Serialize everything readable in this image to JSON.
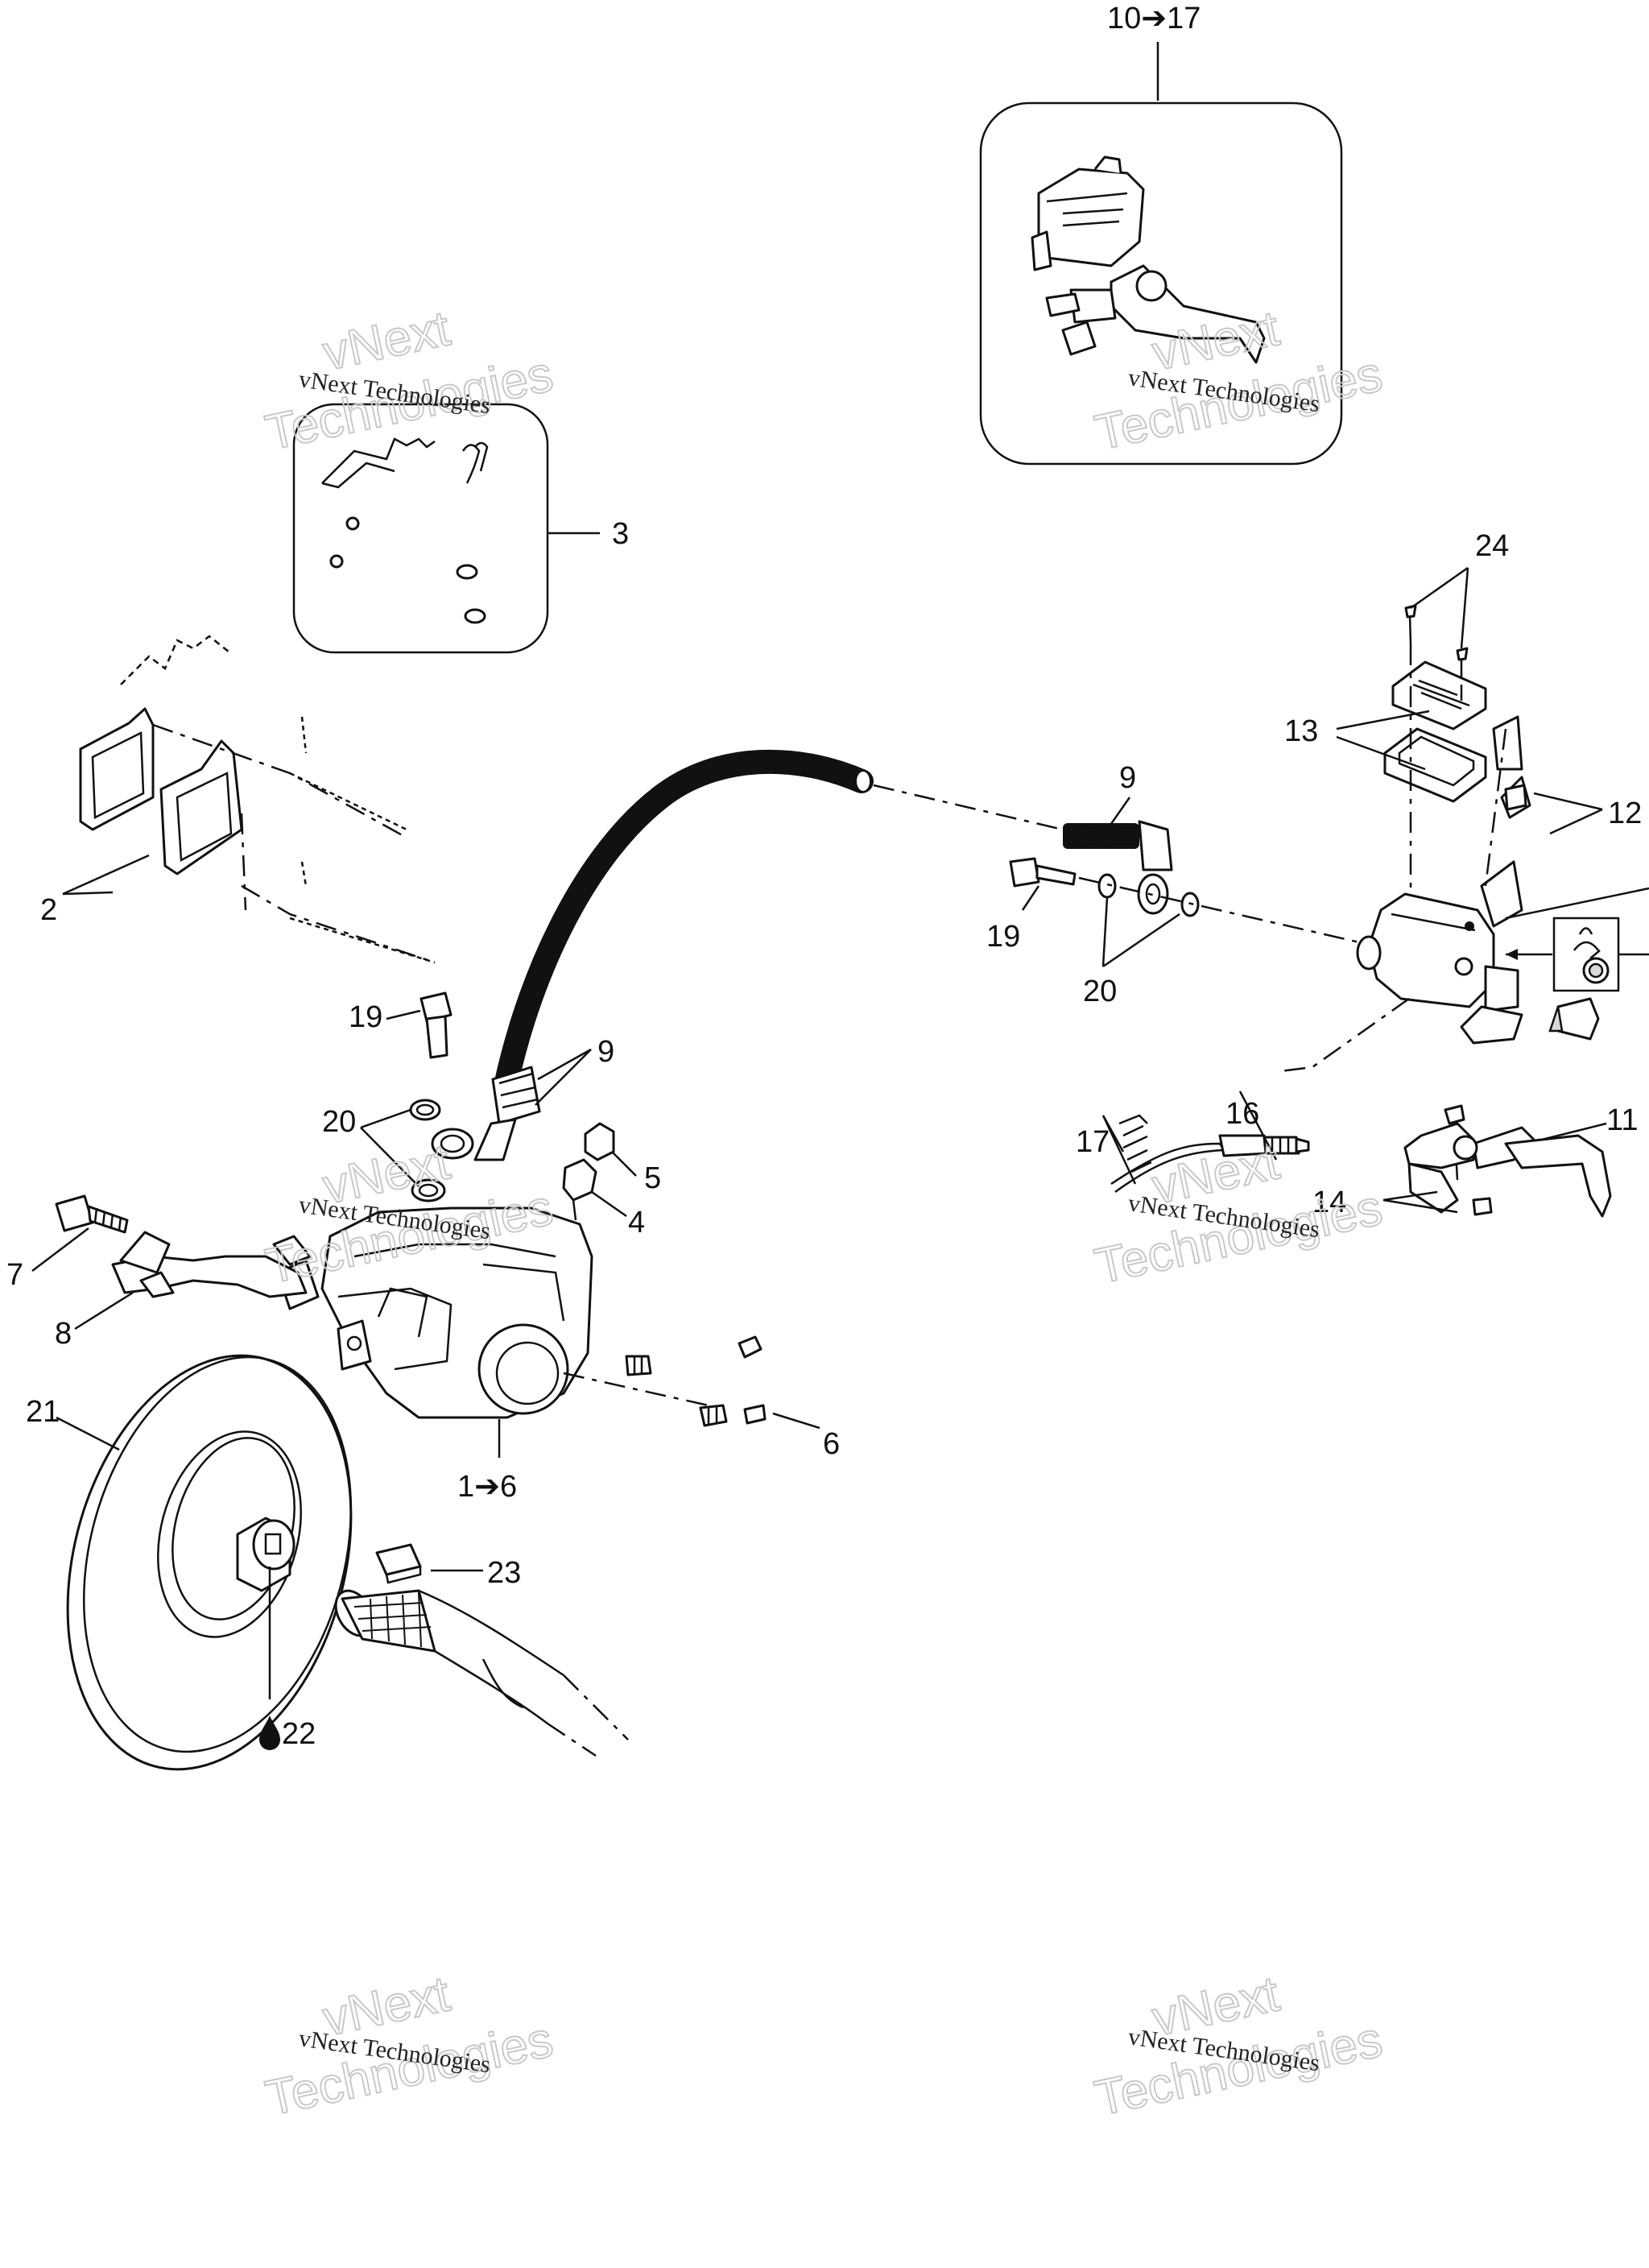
{
  "callouts": {
    "c_10_17": "10➔17",
    "c_3": "3",
    "c_24": "24",
    "c_13": "13",
    "c_12": "12",
    "c_9_right": "9",
    "c_19_right": "19",
    "c_20_right": "20",
    "c_16": "16",
    "c_17": "17",
    "c_11": "11",
    "c_14": "14",
    "c_2": "2",
    "c_19_left": "19",
    "c_9_left": "9",
    "c_20_left": "20",
    "c_5": "5",
    "c_4": "4",
    "c_7": "7",
    "c_8": "8",
    "c_21": "21",
    "c_6": "6",
    "c_1_6": "1➔6",
    "c_23": "23",
    "c_22": "22"
  },
  "watermark": {
    "line1": "vNext Technologies",
    "line2a": "vNext",
    "line2b": "Technologies"
  },
  "icons": {
    "oil_drop": "oil-drop-icon",
    "grease": "grease-icon"
  }
}
